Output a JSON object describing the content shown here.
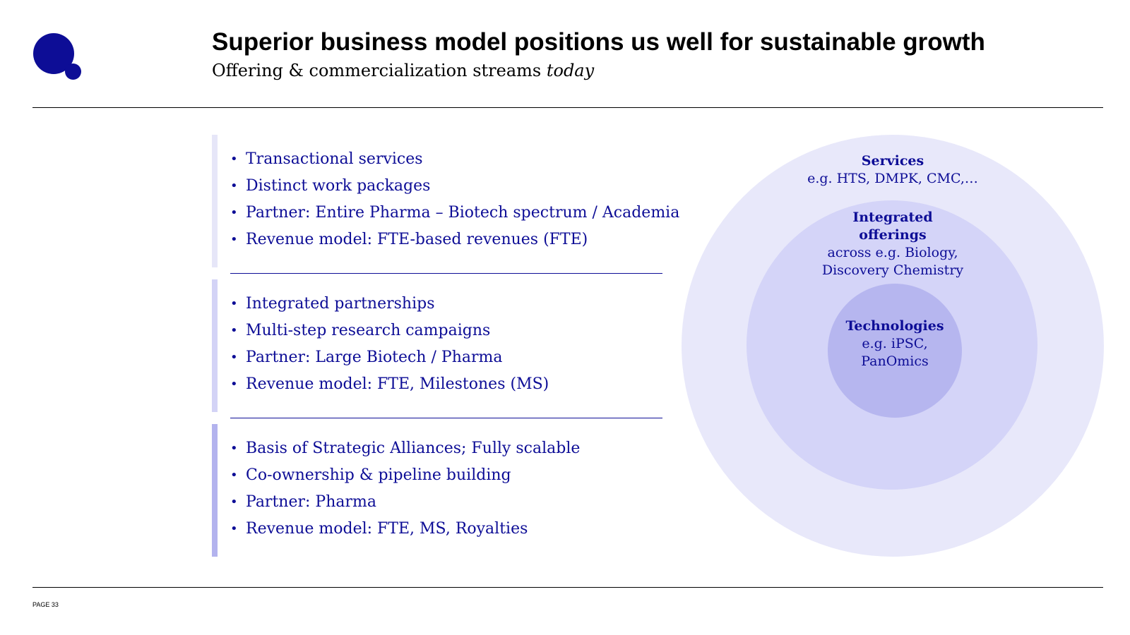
{
  "header": {
    "title": "Superior business model positions us well for sustainable growth",
    "subtitle_main": "Offering & commercialization streams ",
    "subtitle_emphasis": "today"
  },
  "streams": [
    {
      "items": [
        "Transactional services",
        "Distinct work packages",
        "Partner: Entire Pharma – Biotech spectrum / Academia",
        "Revenue model: FTE-based revenues (FTE)"
      ]
    },
    {
      "items": [
        "Integrated partnerships",
        "Multi-step research campaigns",
        "Partner: Large Biotech / Pharma",
        "Revenue model: FTE, Milestones (MS)"
      ]
    },
    {
      "items": [
        "Basis of Strategic Alliances; Fully scalable",
        "Co-ownership & pipeline building",
        "Partner: Pharma",
        "Revenue model: FTE, MS, Royalties"
      ]
    }
  ],
  "diagram": {
    "outer": {
      "heading": "Services",
      "text_lines": [
        "e.g. HTS, DMPK, CMC,…"
      ]
    },
    "middle": {
      "heading_lines": [
        "Integrated",
        "offerings"
      ],
      "text_lines": [
        "across e.g. Biology,",
        "Discovery Chemistry"
      ]
    },
    "inner": {
      "heading": "Technologies",
      "text_lines": [
        "e.g. iPSC,",
        "PanOmics"
      ]
    },
    "colors": {
      "outer": "#e8e8fa",
      "middle": "#d4d4f8",
      "inner": "#b6b6ef",
      "text": "#0d0d96"
    }
  },
  "footer": {
    "page_label": "PAGE 33"
  }
}
